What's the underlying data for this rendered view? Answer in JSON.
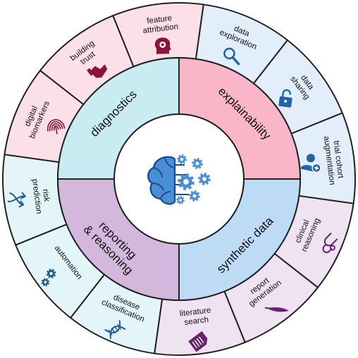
{
  "center": {
    "icon": "brain-gears-icon"
  },
  "quadrants": [
    {
      "key": "diagnostics",
      "label": [
        "diagnostics"
      ],
      "fill": "#c9ecf2",
      "outer_fill": "#e3f5f8",
      "icon_color": "#1d5a8e"
    },
    {
      "key": "explainability",
      "label": [
        "explainability"
      ],
      "fill": "#f8b6c8",
      "outer_fill": "#fbe0e8",
      "icon_color": "#8a1538"
    },
    {
      "key": "synthetic-data",
      "label": [
        "synthetic data"
      ],
      "fill": "#bddbf5",
      "outer_fill": "#e2eefa",
      "icon_color": "#2363a8"
    },
    {
      "key": "reporting-reasoning",
      "label": [
        "reporting",
        "& reasoning"
      ],
      "fill": "#d3b7dc",
      "outer_fill": "#efe2f1",
      "icon_color": "#6a1f6f"
    }
  ],
  "segments": [
    {
      "key": "risk-prediction",
      "label": [
        "risk",
        "prediction"
      ],
      "icon": "shuffle-arrows-icon",
      "quadrant": "diagnostics"
    },
    {
      "key": "digital-biomarkers",
      "label": [
        "digital",
        "biomarkers"
      ],
      "icon": "fingerprint-icon",
      "quadrant": "explainability"
    },
    {
      "key": "building-trust",
      "label": [
        "building",
        "trust"
      ],
      "icon": "handshake-icon",
      "quadrant": "explainability"
    },
    {
      "key": "feature-attribution",
      "label": [
        "feature",
        "attribution"
      ],
      "icon": "head-target-icon",
      "quadrant": "explainability"
    },
    {
      "key": "data-exploration",
      "label": [
        "data",
        "exploration"
      ],
      "icon": "magnifier-icon",
      "quadrant": "synthetic-data"
    },
    {
      "key": "data-sharing",
      "label": [
        "data",
        "sharing"
      ],
      "icon": "padlock-icon",
      "quadrant": "synthetic-data"
    },
    {
      "key": "trial-cohort-augmentation",
      "label": [
        "trial cohort",
        "augmentation"
      ],
      "icon": "user-plus-icon",
      "quadrant": "synthetic-data"
    },
    {
      "key": "clinical-reasoning",
      "label": [
        "clinical",
        "reasoning"
      ],
      "icon": "stethoscope-icon",
      "quadrant": "reporting-reasoning"
    },
    {
      "key": "report-generation",
      "label": [
        "report",
        "generation"
      ],
      "icon": "quill-icon",
      "quadrant": "reporting-reasoning"
    },
    {
      "key": "literature-search",
      "label": [
        "literature",
        "search"
      ],
      "icon": "document-icon",
      "quadrant": "reporting-reasoning"
    },
    {
      "key": "disease-classification",
      "label": [
        "disease",
        "classification"
      ],
      "icon": "dna-icon",
      "quadrant": "diagnostics"
    },
    {
      "key": "automation",
      "label": [
        "automation"
      ],
      "icon": "gears-icon",
      "quadrant": "diagnostics"
    }
  ]
}
